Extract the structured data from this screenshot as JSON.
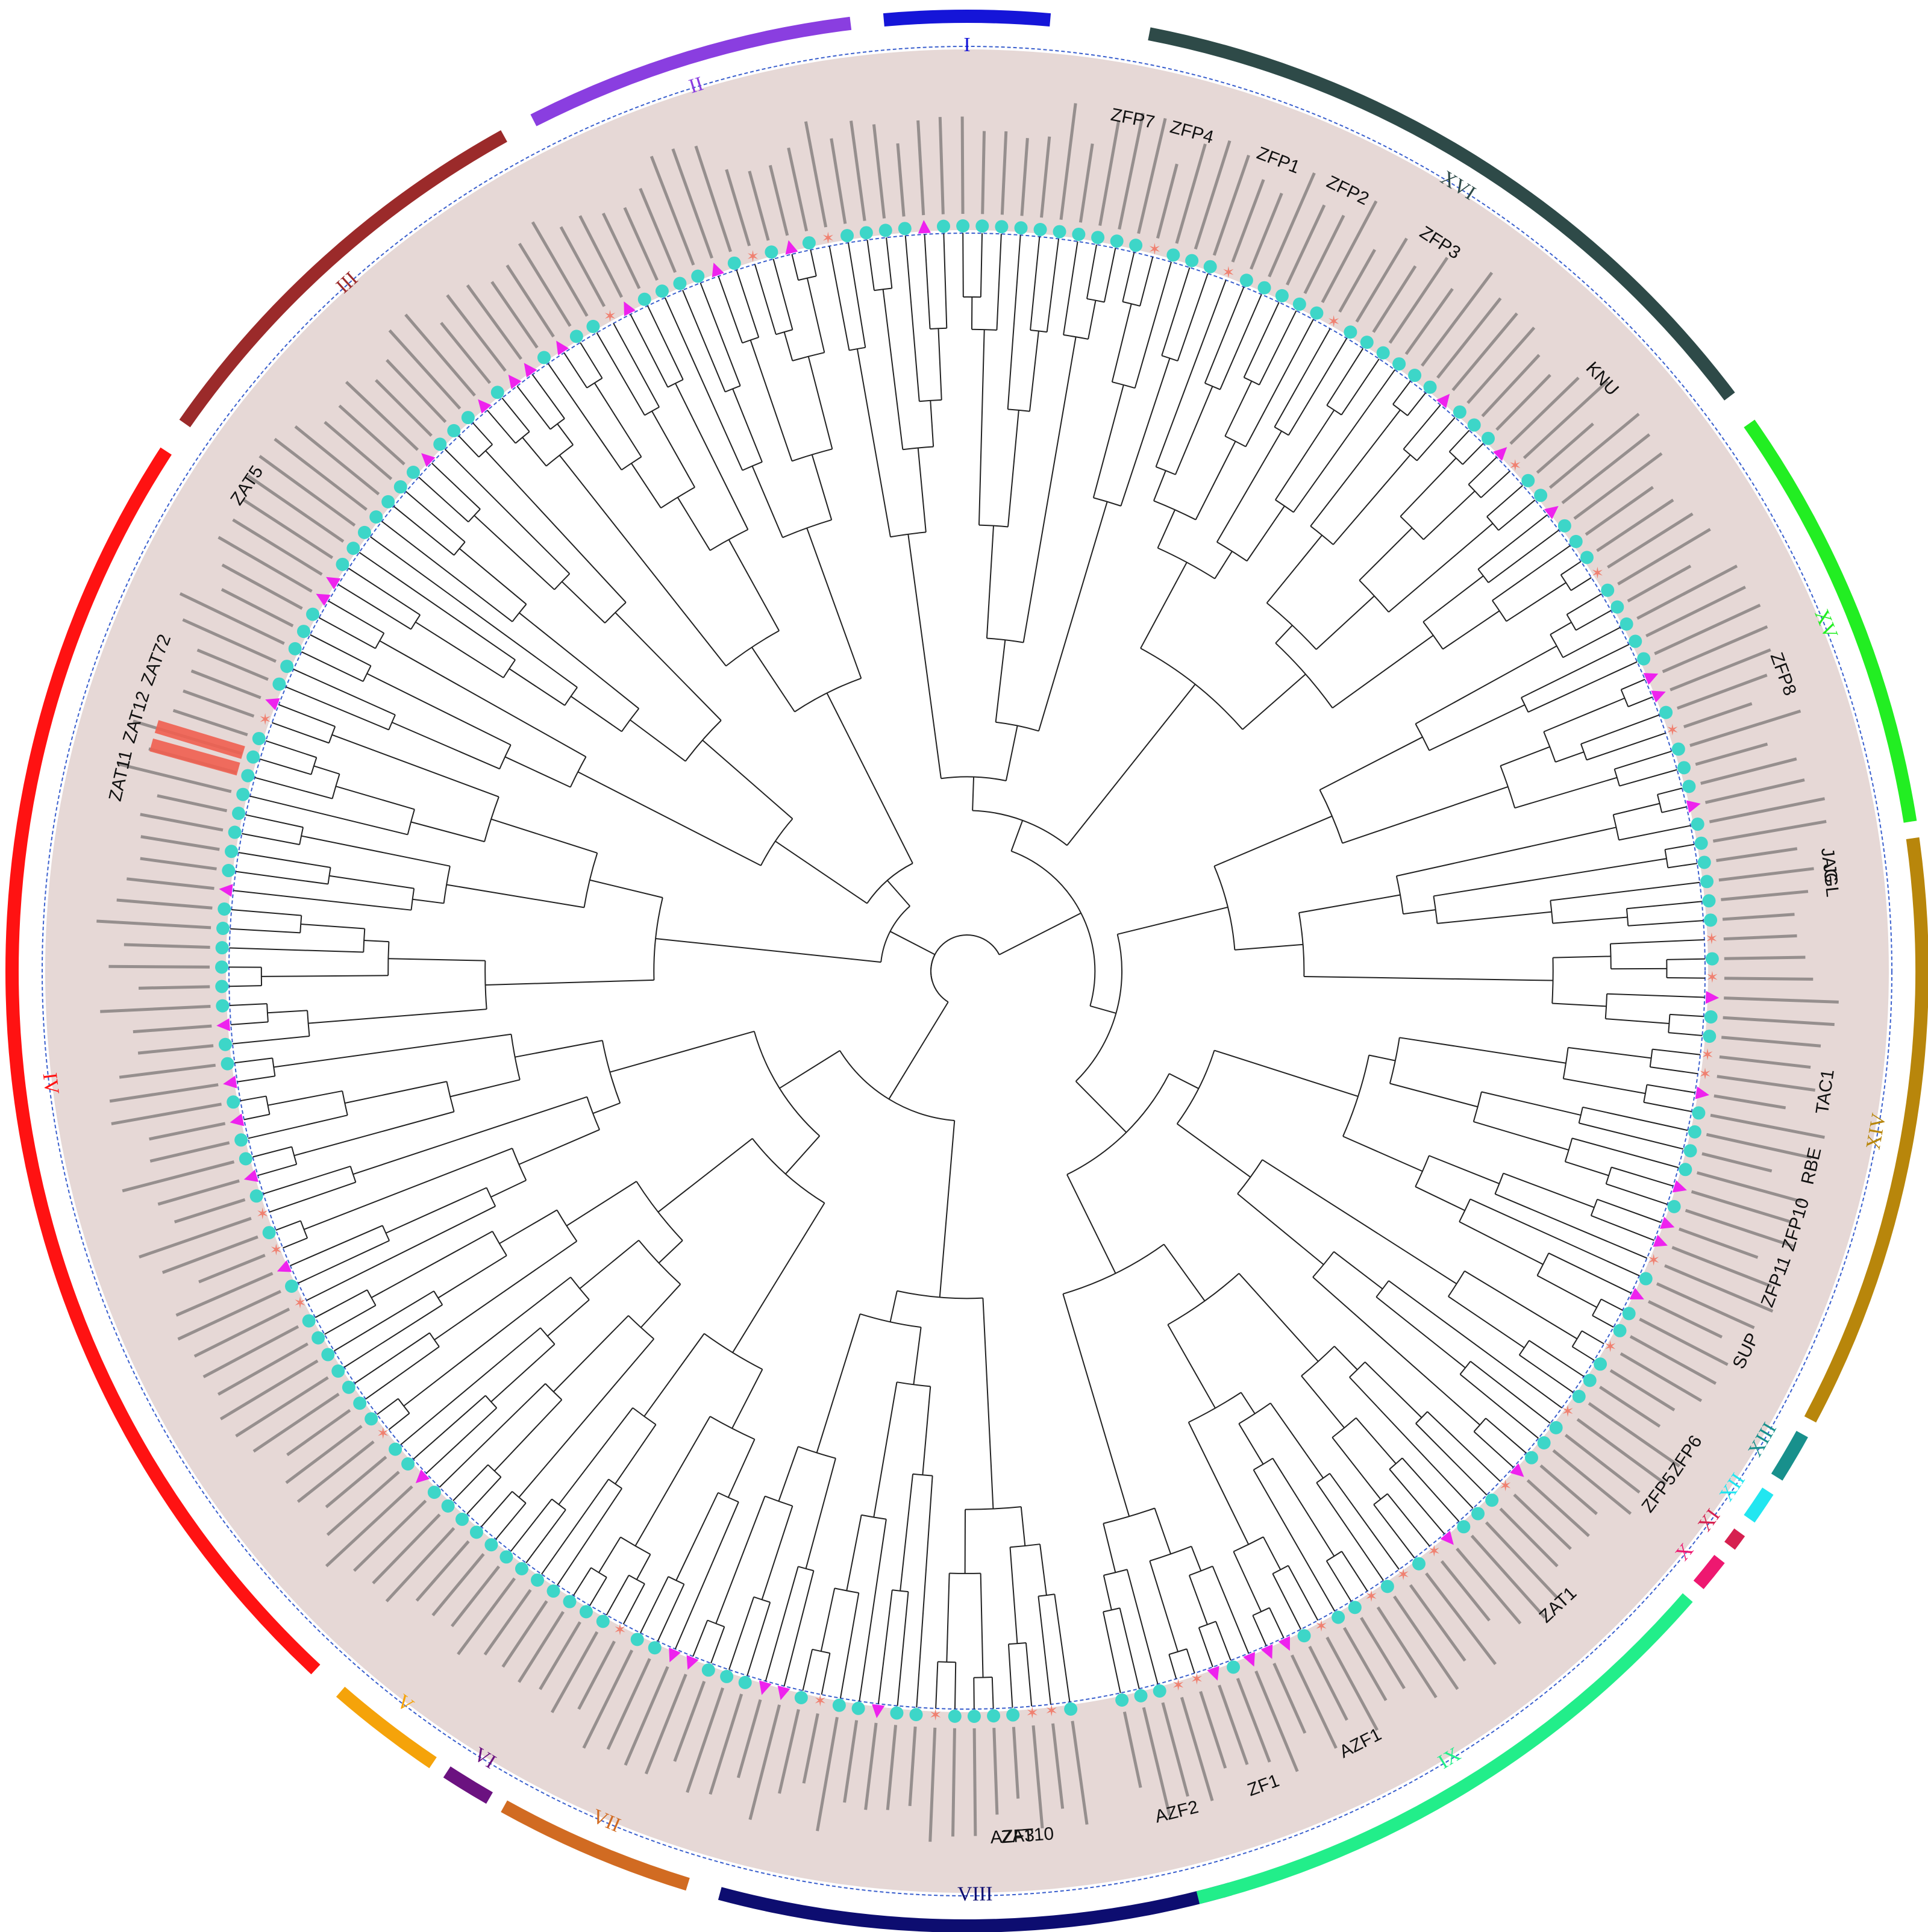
{
  "groups": [
    {
      "id": "I",
      "start": -5,
      "end": 5,
      "color": "#1515d8"
    },
    {
      "id": "II",
      "start": -27,
      "end": -7,
      "color": "#8a3ee0"
    },
    {
      "id": "III",
      "start": -55,
      "end": -29,
      "color": "#9b2a2a"
    },
    {
      "id": "IV",
      "start": -137,
      "end": -57,
      "color": "#ff1212"
    },
    {
      "id": "V",
      "start": -146,
      "end": -139,
      "color": "#f5a30a"
    },
    {
      "id": "VI",
      "start": -150,
      "end": -147,
      "color": "#6b1280"
    },
    {
      "id": "VII",
      "start": -163,
      "end": -151,
      "color": "#d16b22"
    },
    {
      "id": "VIII",
      "start": -196,
      "end": -165,
      "color": "#0d0d70"
    },
    {
      "id": "IX",
      "start": 131,
      "end": 166,
      "color": "#22ee8a"
    },
    {
      "id": "X",
      "start": 128,
      "end": 130,
      "color": "#ee1870"
    },
    {
      "id": "XI",
      "start": 126,
      "end": 127,
      "color": "#d62050"
    },
    {
      "id": "XII",
      "start": 123,
      "end": 125,
      "color": "#22e6f0"
    },
    {
      "id": "XIII",
      "start": 119,
      "end": 122,
      "color": "#18908c"
    },
    {
      "id": "XIV",
      "start": 82,
      "end": 118,
      "color": "#b8860b"
    },
    {
      "id": "XV",
      "start": 55,
      "end": 81,
      "color": "#22ee22"
    },
    {
      "id": "XVI",
      "start": 11,
      "end": 53,
      "color": "#2e4a48"
    }
  ],
  "gene_names": [
    {
      "text": "ZFP7",
      "angle": 11
    },
    {
      "text": "ZFP4",
      "angle": 15
    },
    {
      "text": "ZFP1",
      "angle": 21
    },
    {
      "text": "ZFP2",
      "angle": 26
    },
    {
      "text": "ZFP3",
      "angle": 33
    },
    {
      "text": "KNU",
      "angle": 47
    },
    {
      "text": "ZFP8",
      "angle": 70
    },
    {
      "text": "JAG",
      "angle": 83
    },
    {
      "text": "JGL",
      "angle": 84
    },
    {
      "text": "TAC1",
      "angle": 98
    },
    {
      "text": "RBE",
      "angle": 103
    },
    {
      "text": "ZFP10",
      "angle": 107
    },
    {
      "text": "ZFP11",
      "angle": 111
    },
    {
      "text": "SUP",
      "angle": 116
    },
    {
      "text": "ZFP6",
      "angle": 124
    },
    {
      "text": "ZFP5",
      "angle": 127
    },
    {
      "text": "ZAT1",
      "angle": 137
    },
    {
      "text": "AZF1",
      "angle": 153
    },
    {
      "text": "ZF1",
      "angle": 160
    },
    {
      "text": "AZF2",
      "angle": 166
    },
    {
      "text": "ZAT10",
      "angle": 176
    },
    {
      "text": "AZF3",
      "angle": 177
    },
    {
      "text": "ZAT11",
      "angle": -77
    },
    {
      "text": "ZAT12",
      "angle": -73
    },
    {
      "text": "ZAT72",
      "angle": -69
    },
    {
      "text": "ZAT5",
      "angle": -56
    }
  ],
  "legend_colors": {
    "tip_circle": "#3dd6c8",
    "tip_triangle": "#ee22ee",
    "tip_star": "#f08070",
    "label_band": "#e6d8d6",
    "highlight": "#f06050"
  }
}
